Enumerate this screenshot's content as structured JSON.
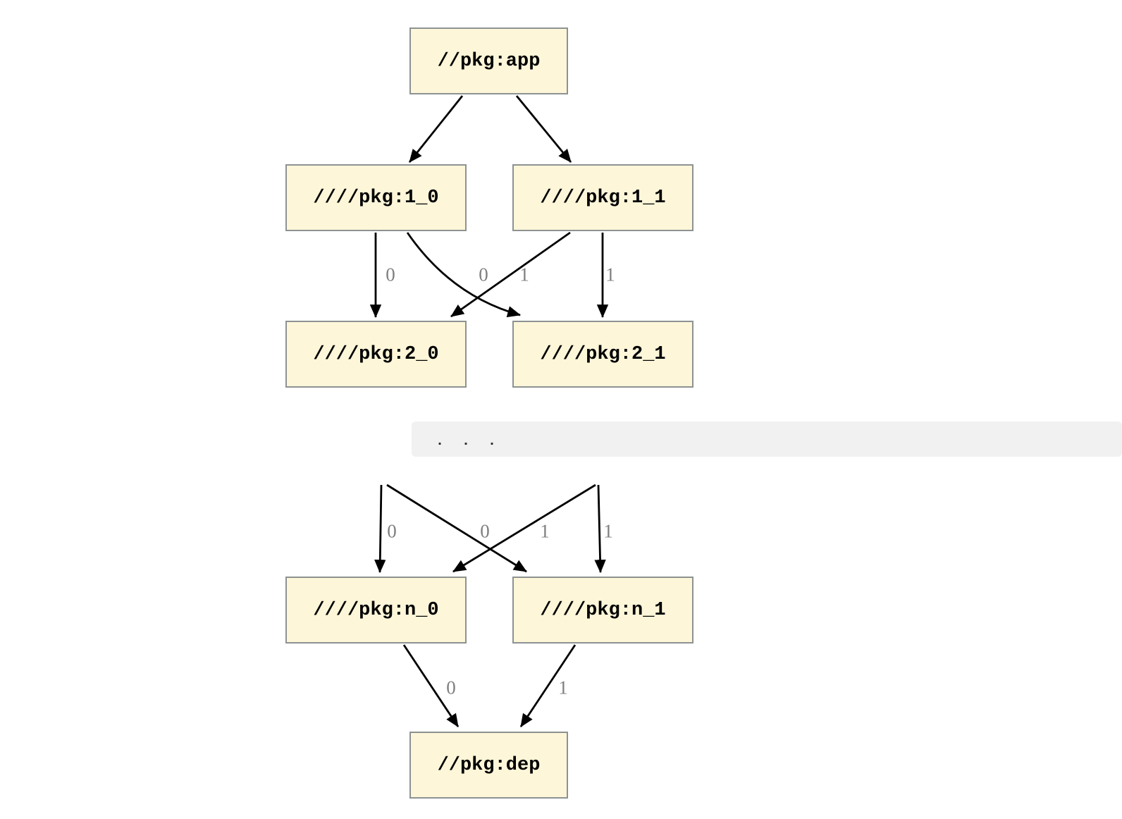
{
  "diagram": {
    "type": "dependency-graph",
    "nodes": {
      "app": {
        "label": "//pkg:app"
      },
      "1_0": {
        "label": "////pkg:1_0"
      },
      "1_1": {
        "label": "////pkg:1_1"
      },
      "2_0": {
        "label": "////pkg:2_0"
      },
      "2_1": {
        "label": "////pkg:2_1"
      },
      "n_0": {
        "label": "////pkg:n_0"
      },
      "n_1": {
        "label": "////pkg:n_1"
      },
      "dep": {
        "label": "//pkg:dep"
      }
    },
    "edges": [
      {
        "from": "app",
        "to": "1_0",
        "label": ""
      },
      {
        "from": "app",
        "to": "1_1",
        "label": ""
      },
      {
        "from": "1_0",
        "to": "2_0",
        "label": "0"
      },
      {
        "from": "1_1",
        "to": "2_0",
        "label": "0"
      },
      {
        "from": "1_0",
        "to": "2_1",
        "label": "1"
      },
      {
        "from": "1_1",
        "to": "2_1",
        "label": "1"
      },
      {
        "from": "...",
        "to": "n_0",
        "label": "0"
      },
      {
        "from": "...",
        "to": "n_0",
        "label": "0"
      },
      {
        "from": "...",
        "to": "n_1",
        "label": "1"
      },
      {
        "from": "...",
        "to": "n_1",
        "label": "1"
      },
      {
        "from": "n_0",
        "to": "dep",
        "label": "0"
      },
      {
        "from": "n_1",
        "to": "dep",
        "label": "1"
      }
    ],
    "ellipsis_text": ". . .",
    "colors": {
      "page_bg": "#ffffff",
      "node_fill": "#fdf6d9",
      "node_border": "#8d9292",
      "edge_color": "#000000",
      "edge_label_color": "#7f7f7f",
      "band_bg": "#f1f1f1",
      "band_text": "#2e2e2e"
    }
  }
}
